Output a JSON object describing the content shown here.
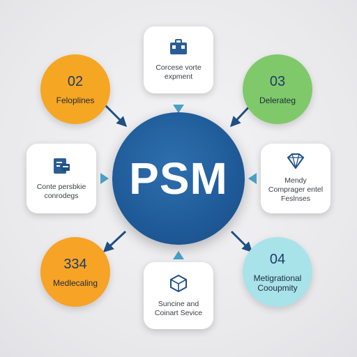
{
  "hub": {
    "label": "PSM"
  },
  "cards": {
    "top": {
      "text_line1": "Corcese vorte",
      "text_line2": "expment",
      "icon": "briefcase-icon"
    },
    "left": {
      "text_line1": "Conte persbkie",
      "text_line2": "conrodegs",
      "icon": "document-icon"
    },
    "right": {
      "text_line1": "Mendy",
      "text_line2": "Comprager entel",
      "text_line3": "Feslnses",
      "icon": "diamond-icon"
    },
    "bottom": {
      "text_line1": "Suncine and",
      "text_line2": "Coinart Sevice",
      "icon": "box-icon"
    }
  },
  "bubbles": {
    "top_left": {
      "number": "02",
      "label": "Feloplines",
      "color": "#f5a623"
    },
    "top_right": {
      "number": "03",
      "label": "Delerateg",
      "color": "#7fc96a"
    },
    "bottom_left": {
      "number": "334",
      "label": "Medlecaling",
      "color": "#f7a325"
    },
    "bottom_right": {
      "number": "04",
      "label": "Metigrational",
      "label_line2": "Cooupmity",
      "color": "#a9e3ea"
    }
  },
  "colors": {
    "hub": "#1f5a98",
    "arrow": "#1f4f84",
    "icon": "#2a5d95"
  }
}
